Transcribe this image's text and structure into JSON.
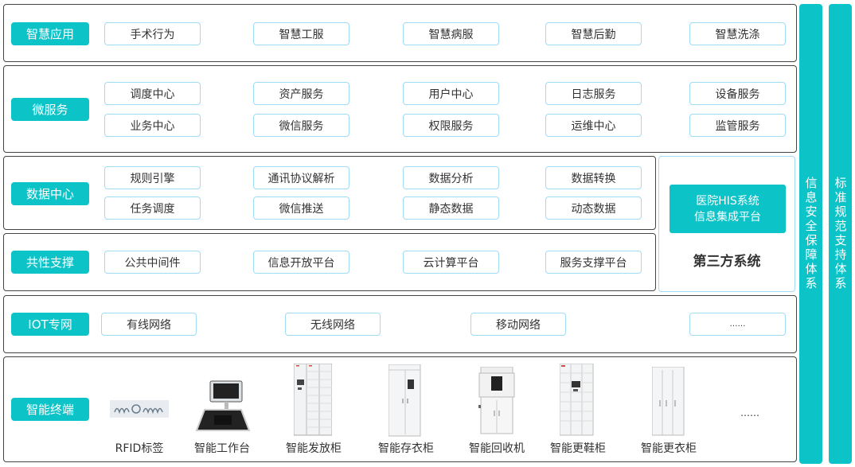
{
  "layers": {
    "smart_app": {
      "tag": "智慧应用",
      "items": [
        "手术行为",
        "智慧工服",
        "智慧病服",
        "智慧后勤",
        "智慧洗涤"
      ]
    },
    "microservice": {
      "tag": "微服务",
      "row1": [
        "调度中心",
        "资产服务",
        "用户中心",
        "日志服务",
        "设备服务"
      ],
      "row2": [
        "业务中心",
        "微信服务",
        "权限服务",
        "运维中心",
        "监管服务"
      ]
    },
    "data_center": {
      "tag": "数据中心",
      "row1": [
        "规则引擎",
        "通讯协议解析",
        "数据分析",
        "数据转换"
      ],
      "row2": [
        "任务调度",
        "微信推送",
        "静态数据",
        "动态数据"
      ]
    },
    "common_support": {
      "tag": "共性支撑",
      "items": [
        "公共中间件",
        "信息开放平台",
        "云计算平台",
        "服务支撑平台"
      ]
    },
    "iot": {
      "tag": "IOT专网",
      "items": [
        "有线网络",
        "无线网络",
        "移动网络",
        "……"
      ]
    },
    "terminal": {
      "tag": "智能终端",
      "devices": [
        "RFID标签",
        "智能工作台",
        "智能发放柜",
        "智能存衣柜",
        "智能回收机",
        "智能更鞋柜",
        "智能更衣柜"
      ],
      "more": "……"
    }
  },
  "third_party": {
    "his_line1": "医院HIS系统",
    "his_line2": "信息集成平台",
    "title": "第三方系统"
  },
  "side_bars": {
    "security": "信息安全保障体系",
    "standards": "标准规范支持体系"
  },
  "colors": {
    "accent": "#0cc3c8",
    "box_border": "#9fdcf3",
    "layer_border": "#444444"
  }
}
